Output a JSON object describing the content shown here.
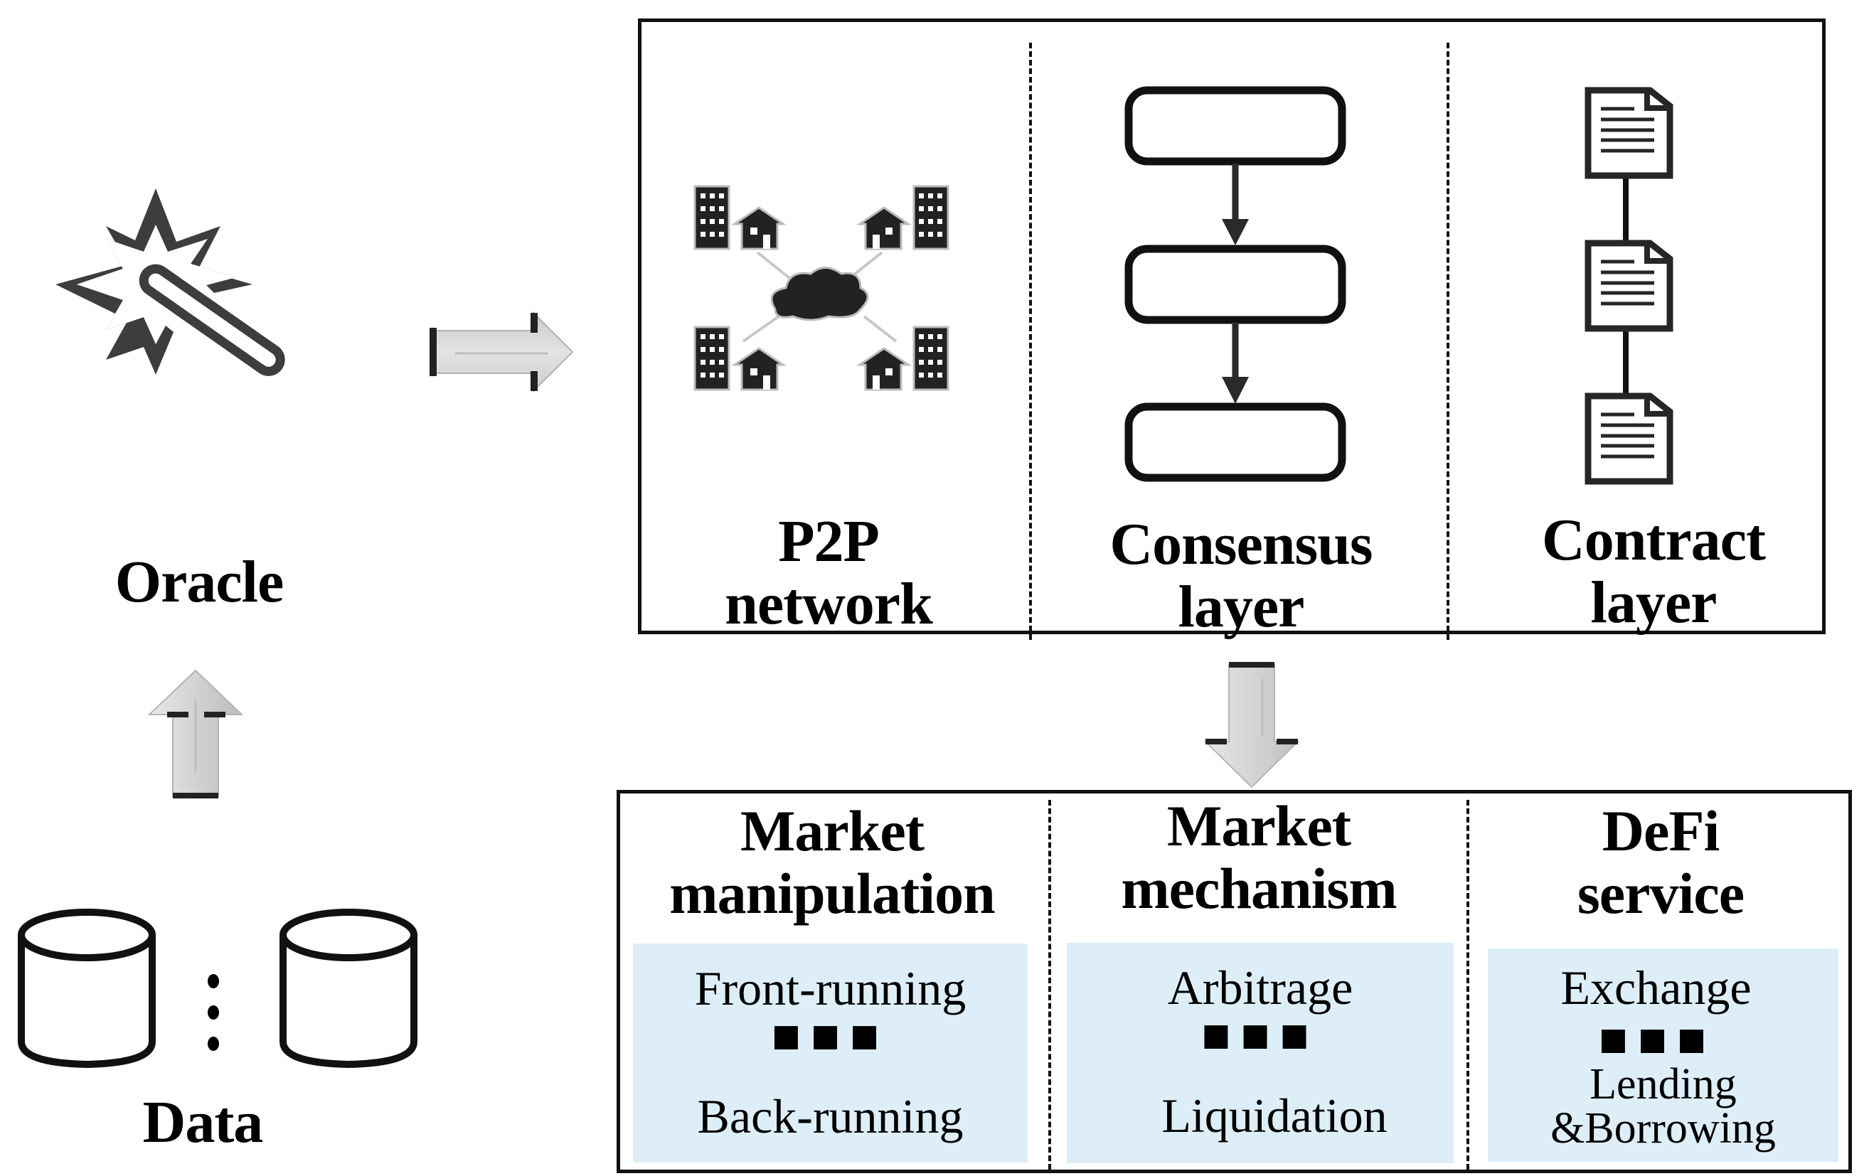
{
  "diagram": {
    "oracle": {
      "label": "Oracle",
      "icon": "magic-wand-icon"
    },
    "data": {
      "label": "Data",
      "icon": "database-icon",
      "separator": "vertical-ellipsis"
    },
    "infrastructure": {
      "columns": [
        {
          "id": "p2p",
          "line1": "P2P",
          "line2": "network",
          "icon": "p2p-network-icon"
        },
        {
          "id": "consensus",
          "line1": "Consensus",
          "line2": "layer",
          "icon": "flowchart-icon"
        },
        {
          "id": "contract",
          "line1": "Contract",
          "line2": "layer",
          "icon": "document-chain-icon"
        }
      ]
    },
    "applications": {
      "columns": [
        {
          "id": "manipulation",
          "line1": "Market",
          "line2": "manipulation",
          "items": [
            "Front-running",
            "···",
            "Back-running"
          ]
        },
        {
          "id": "mechanism",
          "line1": "Market",
          "line2": "mechanism",
          "items": [
            "Arbitrage",
            "···",
            "Liquidation"
          ]
        },
        {
          "id": "defi",
          "line1": "DeFi",
          "line2": "service",
          "items": [
            "Exchange",
            "···",
            "Lending",
            "&Borrowing"
          ]
        }
      ],
      "panel_color": "#ddeef9"
    },
    "arrows": [
      {
        "from": "data",
        "to": "oracle",
        "direction": "up"
      },
      {
        "from": "oracle",
        "to": "infrastructure",
        "direction": "right"
      },
      {
        "from": "infrastructure",
        "to": "applications",
        "direction": "down"
      }
    ]
  }
}
